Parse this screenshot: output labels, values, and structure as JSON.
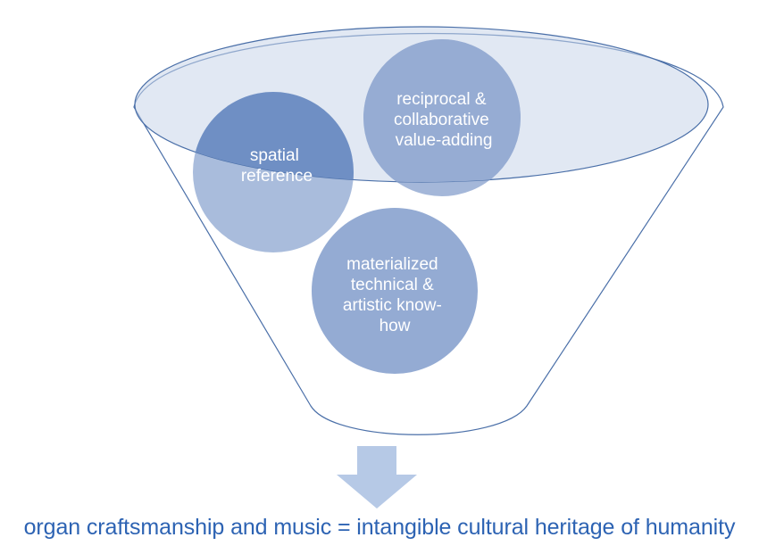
{
  "funnel": {
    "bubbles": [
      {
        "id": "spatial-reference",
        "lines": [
          "spatial",
          "reference"
        ]
      },
      {
        "id": "reciprocal-value-adding",
        "lines": [
          "reciprocal &",
          "collaborative",
          "value-adding"
        ]
      },
      {
        "id": "materialized-know-how",
        "lines": [
          "materialized",
          "technical &",
          "artistic know-",
          "how"
        ]
      }
    ]
  },
  "caption": "organ craftsmanship and music = intangible cultural heritage of humanity",
  "colors": {
    "funnel_stroke": "#4a6fa8",
    "rim_fill": "#c8d6ea",
    "bubble_dark": "#6f8fc4",
    "bubble_light": "#9fb3d6",
    "arrow": "#b6c9e6",
    "caption_text": "#2d63b3"
  }
}
